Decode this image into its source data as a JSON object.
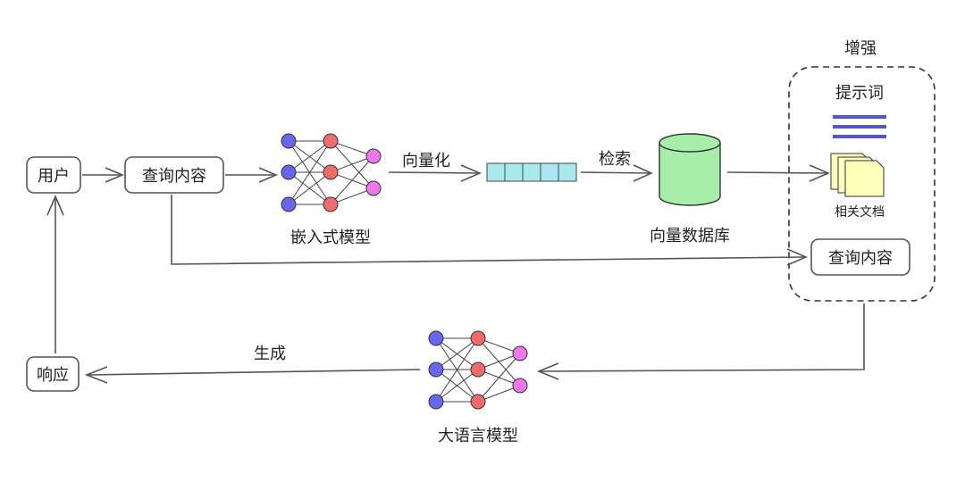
{
  "nodes": {
    "user": "用户",
    "query": "查询内容",
    "embedding_model": "嵌入式模型",
    "vector_db": "向量数据库",
    "llm": "大语言模型",
    "response": "响应",
    "augment_group": "增强",
    "prompt": "提示词",
    "related_docs": "相关文档",
    "query_in_augment": "查询内容"
  },
  "edges": {
    "vectorize": "向量化",
    "retrieve": "检索",
    "generate": "生成"
  },
  "colors": {
    "nn_input": "#6666ee",
    "nn_hidden": "#f06b6b",
    "nn_output": "#ee77ee",
    "vector_cells": "#a8e8ee",
    "database": "#a6eeaa",
    "prompt_lines": "#5555cc",
    "documents": "#ffffbb"
  },
  "icons": {
    "embedding": "neural-network-icon",
    "llm": "neural-network-icon",
    "vector": "vector-cells-icon",
    "database": "database-cylinder-icon",
    "prompt": "text-lines-icon",
    "docs": "document-stack-icon"
  }
}
